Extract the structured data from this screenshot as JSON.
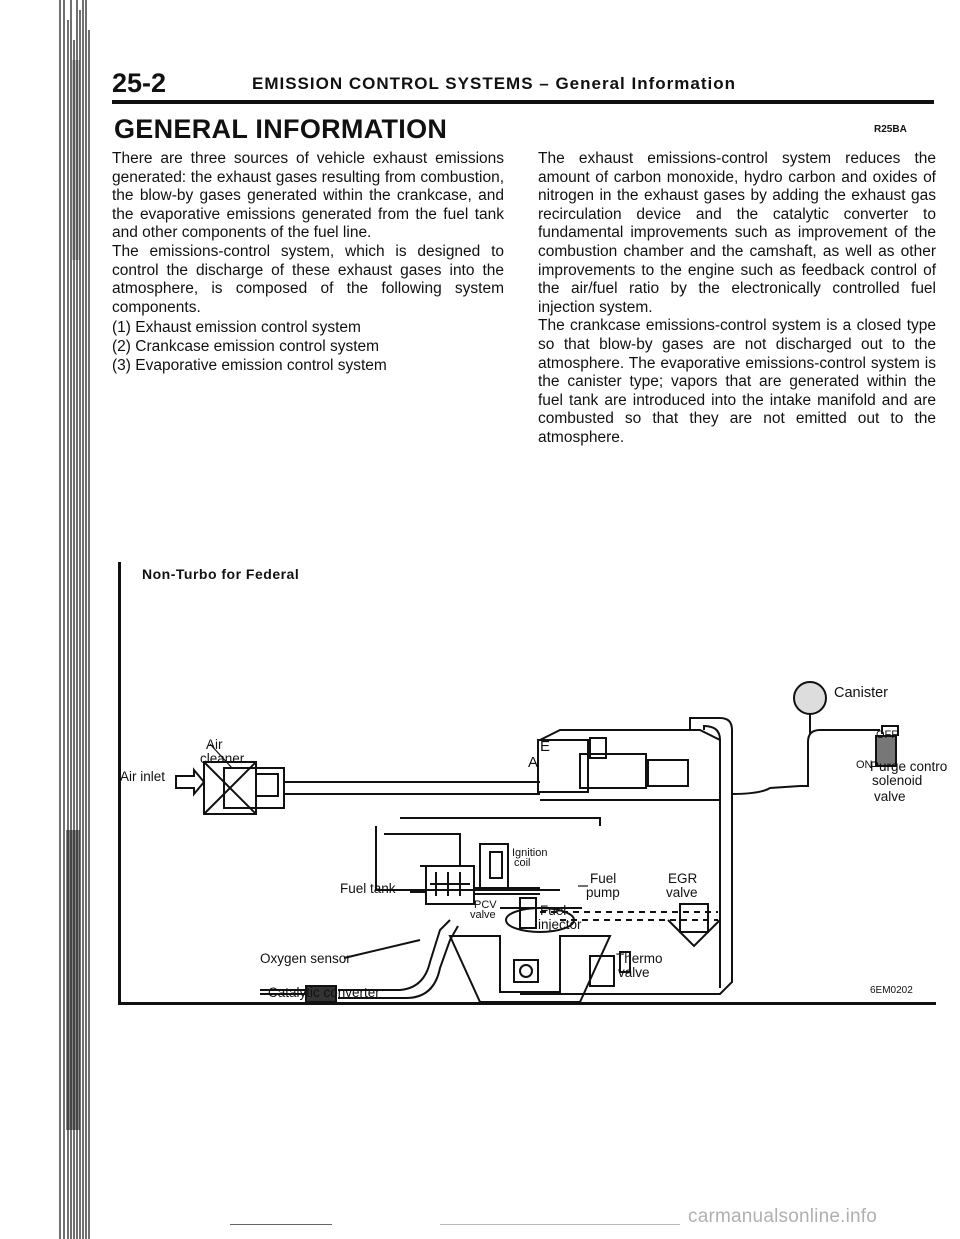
{
  "header": {
    "page_number": "25-2",
    "section": "EMISSION CONTROL SYSTEMS – General Information"
  },
  "title": "GENERAL INFORMATION",
  "ref_code": "R25BA",
  "left_column": {
    "para1": "There are three sources of vehicle exhaust emissions generated: the exhaust gases resulting from combustion, the blow-by gases generated within the crankcase, and the evaporative emissions generated from the fuel tank and other components of the fuel line.",
    "para2": "The emissions-control system, which is designed to control the discharge of these exhaust gases into the atmosphere, is composed of the following system components.",
    "list": [
      "(1) Exhaust emission control system",
      "(2) Crankcase emission control system",
      "(3) Evaporative emission control system"
    ]
  },
  "right_column": {
    "para1": "The exhaust emissions-control system reduces the amount of carbon monoxide, hydro carbon and oxides of nitrogen in the exhaust gases by adding the exhaust gas recirculation device and the catalytic converter to fundamental improvements such as improvement of the combustion chamber and the camshaft, as well as other improvements to the engine such as feedback control of the air/fuel ratio by the electronically controlled fuel injection system.",
    "para2": "The crankcase emissions-control system is a closed type so that blow-by gases are not discharged out to the atmosphere. The evaporative emissions-control system is the canister type; vapors that are generated within the fuel tank are introduced into the intake manifold and are combusted so that they are not emitted out to the atmosphere."
  },
  "figure": {
    "title": "Non-Turbo for Federal",
    "code": "6EM0202",
    "labels": {
      "air_cleaner_1": "Air",
      "air_cleaner_2": "cleaner",
      "air_inlet": "Air inlet",
      "canister": "Canister",
      "off": "OFF",
      "on": "ON",
      "purge_1": "Purge contro",
      "purge_2": "solenoid",
      "purge_3": "valve",
      "ignition_1": "Ignition",
      "ignition_2": "coil",
      "fuel_tank": "Fuel tank",
      "pcv_1": "PCV",
      "pcv_2": "valve",
      "fuel_pump_1": "Fuel",
      "fuel_pump_2": "pump",
      "fuel_injector_1": "Fuel",
      "fuel_injector_2": "injector",
      "egr_1": "EGR",
      "egr_2": "valve",
      "thermo_1": "Thermo",
      "thermo_2": "valve",
      "oxygen_sensor": "Oxygen sensor",
      "catalytic_converter": "Catalytic converter",
      "letter_e": "E",
      "letter_a": "A"
    }
  },
  "watermark": "carmanualsonline.info"
}
